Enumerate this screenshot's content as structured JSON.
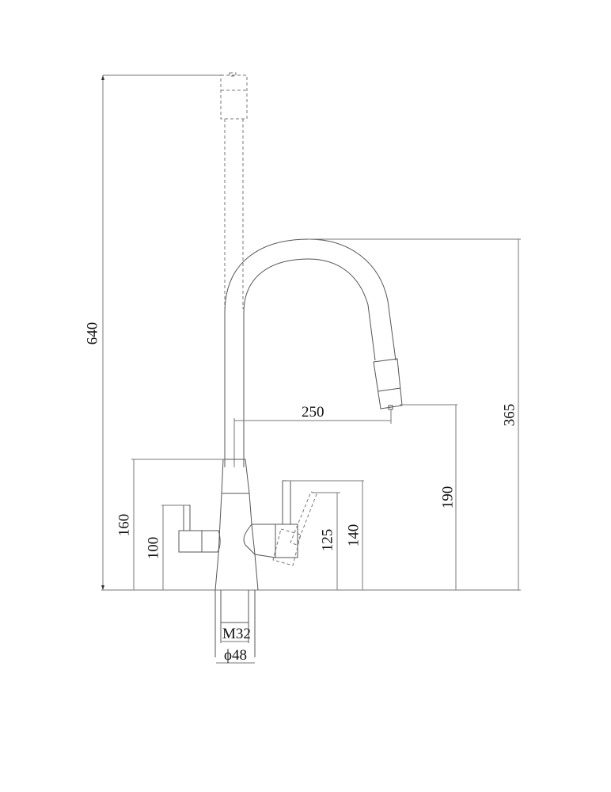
{
  "drawing": {
    "subject": "Kitchen faucet with pull-out spout, side elevation",
    "units": "mm",
    "dimensions": {
      "total_height": "640",
      "spout_height": "365",
      "spout_reach": "250",
      "outlet_height": "190",
      "left_lever_height_top": "160",
      "left_lever_height": "100",
      "right_lever_height_tilted": "125",
      "right_lever_height": "140",
      "thread": "M32",
      "base_diameter": "ϕ48"
    }
  }
}
